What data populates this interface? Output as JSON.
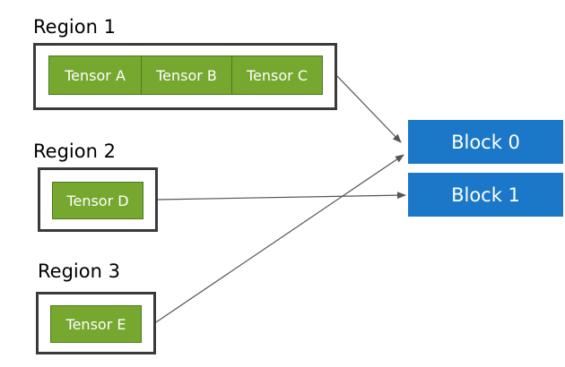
{
  "regions": [
    {
      "label": "Region 1",
      "tensors": [
        "Tensor A",
        "Tensor B",
        "Tensor C"
      ]
    },
    {
      "label": "Region 2",
      "tensors": [
        "Tensor D"
      ]
    },
    {
      "label": "Region 3",
      "tensors": [
        "Tensor E"
      ]
    }
  ],
  "blocks": [
    "Block 0",
    "Block 1"
  ],
  "colors": {
    "tensor_fill": "#76a72e",
    "block_fill": "#1b78c9",
    "region_border": "#3a3a3a",
    "arrow": "#555555"
  }
}
